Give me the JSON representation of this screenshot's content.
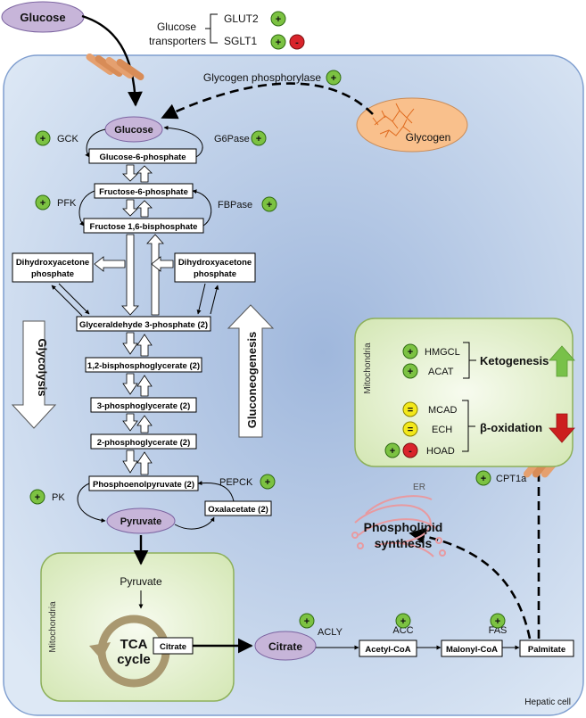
{
  "header": {
    "outer_glucose": "Glucose",
    "transporters_line1": "Glucose",
    "transporters_line2": "transporters",
    "glut2": "GLUT2",
    "sglt1": "SGLT1"
  },
  "cell": {
    "label": "Hepatic cell",
    "glycogen_phosphorylase": "Glycogen phosphorylase",
    "glycogen": "Glycogen"
  },
  "enzymes": {
    "gck": "GCK",
    "g6pase": "G6Pase",
    "pfk": "PFK",
    "fbpase": "FBPase",
    "pk": "PK",
    "pepck": "PEPCK",
    "acly": "ACLY",
    "acc": "ACC",
    "fas": "FAS",
    "cpt1a": "CPT1a"
  },
  "metabolites": {
    "glucose": "Glucose",
    "g6p": "Glucose-6-phosphate",
    "f6p": "Fructose-6-phosphate",
    "f16bp": "Fructose 1,6-bisphosphate",
    "dhap_line1": "Dihydroxyacetone",
    "dhap_line2": "phosphate",
    "g3p": "Glyceraldehyde 3-phosphate (2)",
    "bpg": "1,2-bisphosphoglycerate (2)",
    "pg3": "3-phosphoglycerate (2)",
    "pg2": "2-phosphoglycerate (2)",
    "pep": "Phosphoenolpyruvate (2)",
    "oaa": "Oxalacetate (2)",
    "pyruvate": "Pyruvate",
    "citrate": "Citrate",
    "acetyl_coa": "Acetyl-CoA",
    "malonyl_coa": "Malonyl-CoA",
    "palmitate": "Palmitate"
  },
  "pathways": {
    "glycolysis": "Glycolysis",
    "gluconeogenesis": "Gluconeogenesis",
    "ketogenesis": "Ketogenesis",
    "beta_oxidation": "β-oxidation",
    "phospholipid_line1": "Phospholipid",
    "phospholipid_line2": "synthesis",
    "er": "ER"
  },
  "mito_tca": {
    "label": "Mitochondria",
    "pyruvate": "Pyruvate",
    "tca_line1": "TCA",
    "tca_line2": "cycle",
    "citrate": "Citrate"
  },
  "mito_fat": {
    "label": "Mitochondria",
    "hmgcl": "HMGCL",
    "acat": "ACAT",
    "mcad": "MCAD",
    "ech": "ECH",
    "hoad": "HOAD"
  },
  "symbols": {
    "up": "+",
    "down": "-",
    "same": "="
  },
  "colors": {
    "cell_fill": "#c3d4ea",
    "mito_fill": "#e6f0d4",
    "mito_border": "#8db05a",
    "metabolite_ellipse": "#c7b5d9",
    "glycogen_fill": "#f9c08c",
    "increase_badge": "#7cc242",
    "decrease_badge": "#d9242b",
    "unchanged_badge": "#f3e81a",
    "up_arrow": "#78c149",
    "down_arrow": "#cc1f1f"
  }
}
